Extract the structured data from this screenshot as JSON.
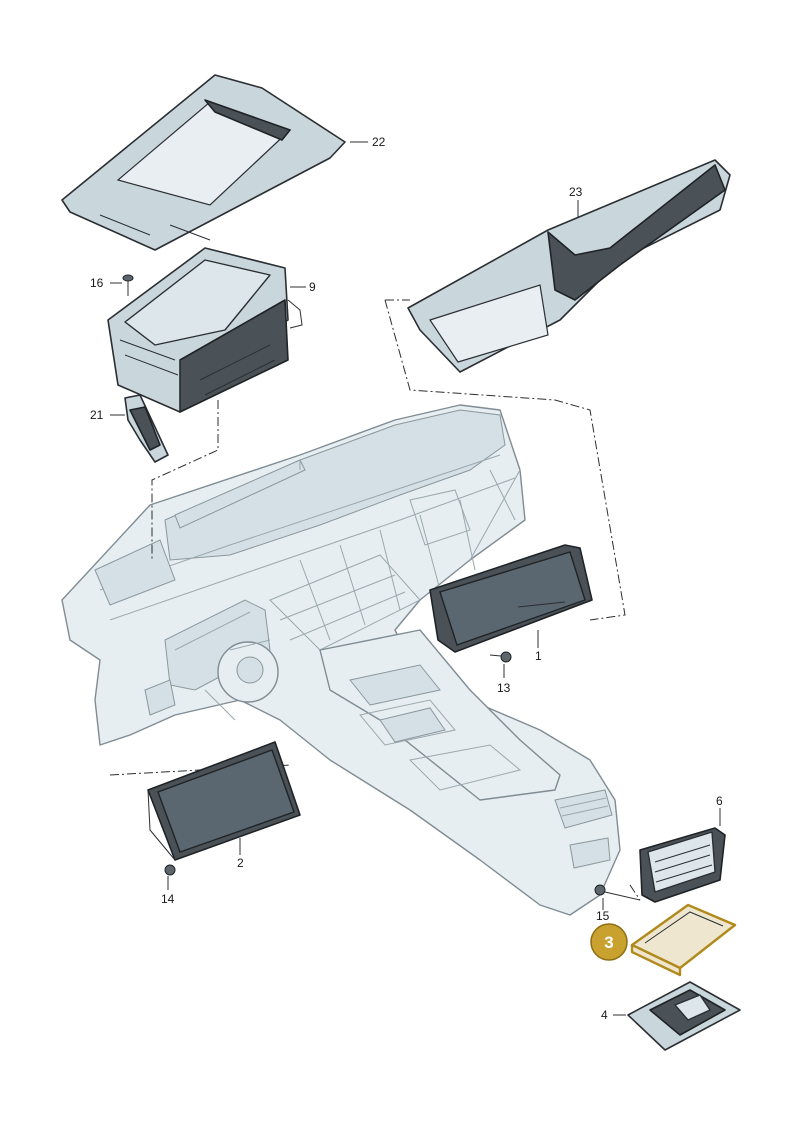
{
  "callouts": {
    "p1": "1",
    "p2": "2",
    "p3": "3",
    "p4": "4",
    "p6": "6",
    "p9": "9",
    "p13": "13",
    "p14": "14",
    "p15": "15",
    "p16": "16",
    "p21": "21",
    "p22": "22",
    "p23": "23"
  },
  "highlight": {
    "part": "3",
    "color": "#c9a12e"
  }
}
